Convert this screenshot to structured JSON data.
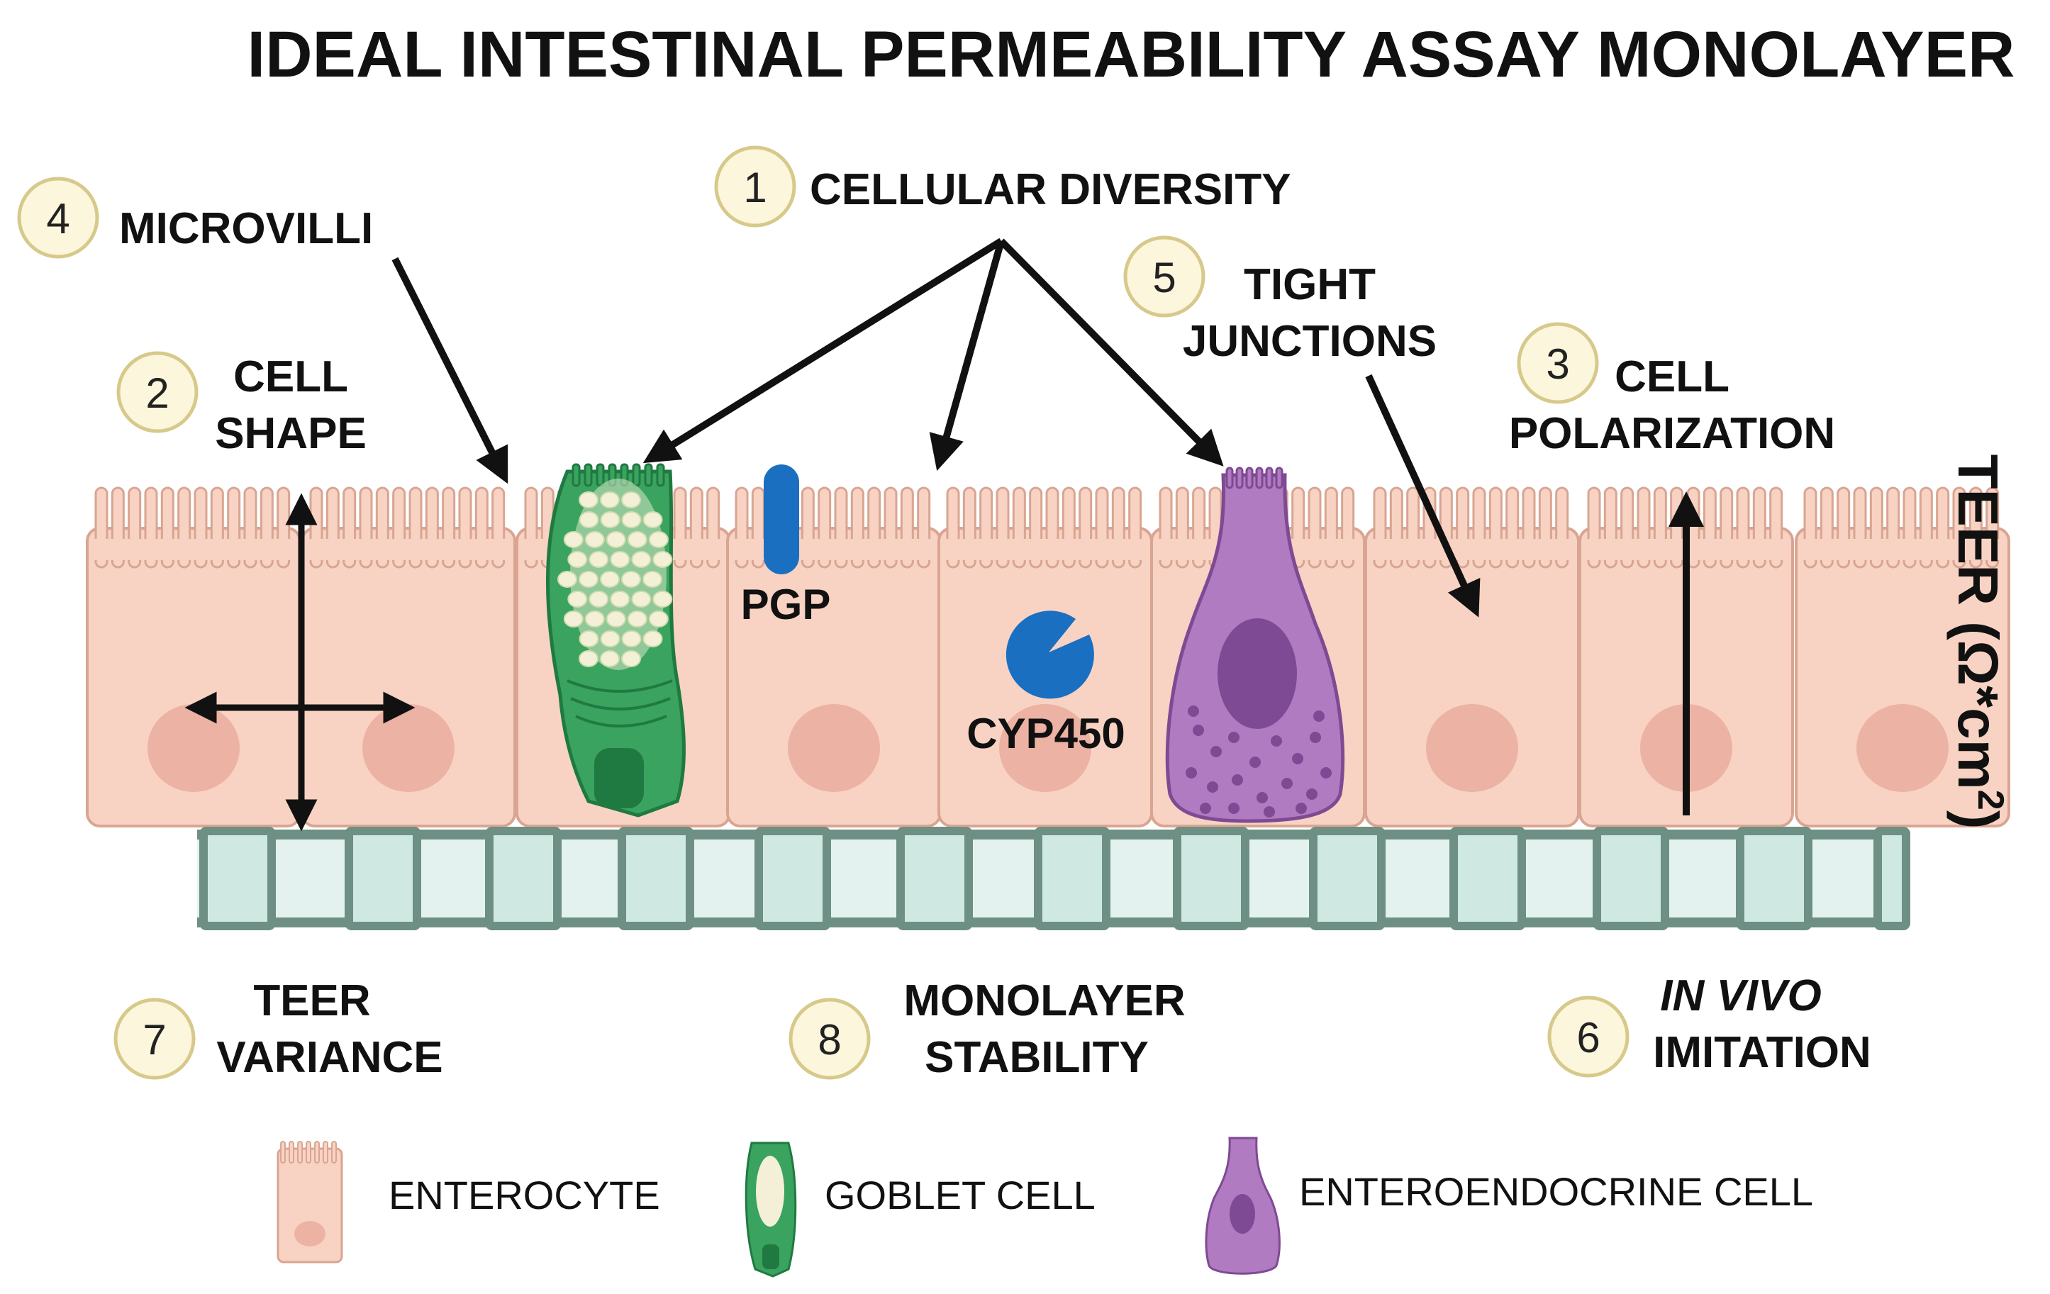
{
  "title": "IDEAL INTESTINAL PERMEABILITY ASSAY MONOLAYER",
  "colors": {
    "enterocyte_fill": "#f8d3c3",
    "enterocyte_stroke": "#d9a592",
    "nucleus": "#ecb2a3",
    "goblet": "#3aa35f",
    "goblet_dark": "#1f7a41",
    "granule": "#f4f0d8",
    "enteroendocrine": "#b07bc1",
    "enteroendocrine_dark": "#7e4a93",
    "transporter_blue": "#1a6fc1",
    "membrane_frame": "#6e8f84",
    "membrane_pore": "#cfe9e2",
    "badge_fill": "#fbf6dc",
    "badge_stroke": "#d7c98a",
    "arrow": "#111111"
  },
  "features": [
    {
      "number": "1",
      "lines": [
        "CELLULAR DIVERSITY"
      ]
    },
    {
      "number": "2",
      "lines": [
        "CELL",
        "SHAPE"
      ]
    },
    {
      "number": "3",
      "lines": [
        "CELL",
        "POLARIZATION"
      ]
    },
    {
      "number": "4",
      "lines": [
        "MICROVILLI"
      ]
    },
    {
      "number": "5",
      "lines": [
        "TIGHT",
        "JUNCTIONS"
      ]
    },
    {
      "number": "6",
      "lines": [
        "IN VIVO",
        "IMITATION"
      ]
    },
    {
      "number": "7",
      "lines": [
        "TEER",
        "VARIANCE"
      ]
    },
    {
      "number": "8",
      "lines": [
        "MONOLAYER",
        "STABILITY"
      ]
    }
  ],
  "proteins": {
    "pgp": "PGP",
    "cyp": "CYP450"
  },
  "teer_axis": {
    "text": "TEER (Ω*cm",
    "superscript": "2",
    "closing": ")"
  },
  "legend": [
    {
      "icon": "enterocyte-icon",
      "label": "ENTEROCYTE"
    },
    {
      "icon": "goblet-cell-icon",
      "label": "GOBLET CELL"
    },
    {
      "icon": "enteroendocrine-cell-icon",
      "label": "ENTEROENDOCRINE CELL"
    }
  ]
}
